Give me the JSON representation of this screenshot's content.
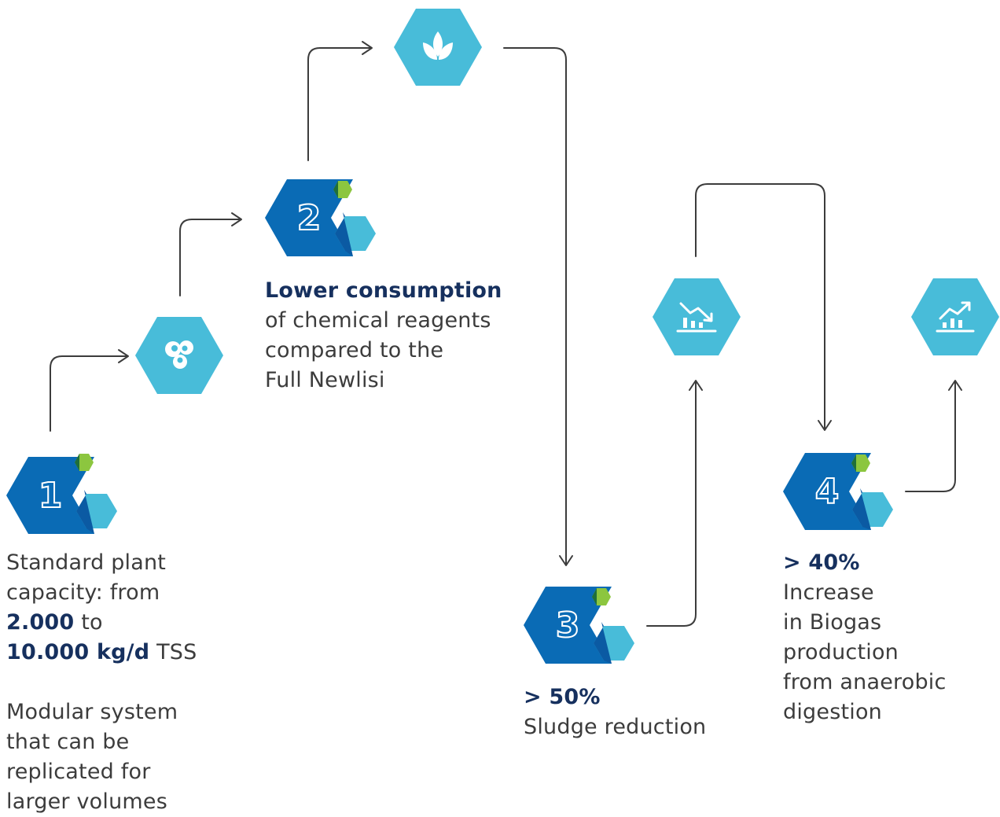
{
  "steps": [
    {
      "number": "1",
      "line1": "Standard plant",
      "line2": "capacity: from",
      "bold1": "2.000",
      "after1": "to",
      "bold2": "10.000 kg/d",
      "after2": "TSS",
      "extra": [
        "Modular system",
        "that can be",
        "replicated for",
        "larger volumes"
      ]
    },
    {
      "number": "2",
      "bold": "Lower consumption",
      "lines": [
        "of chemical reagents",
        "compared to the",
        "Full Newlisi"
      ]
    },
    {
      "number": "3",
      "bold": "> 50%",
      "lines": [
        "Sludge reduction"
      ]
    },
    {
      "number": "4",
      "bold": "> 40%",
      "lines": [
        "Increase",
        "in Biogas",
        "production",
        "from anaerobic",
        "digestion"
      ]
    }
  ],
  "icons": {
    "a": "recycle-swirl-icon",
    "b": "leaf-sprout-icon",
    "c": "chart-down-icon",
    "d": "chart-up-icon"
  },
  "colors": {
    "dark_blue": "#0a6bb5",
    "light_blue": "#48bcd9",
    "green": "#8cc63f",
    "dark_green": "#1f6e3a",
    "line": "#3c3c3c",
    "bold_text": "#16305e"
  }
}
